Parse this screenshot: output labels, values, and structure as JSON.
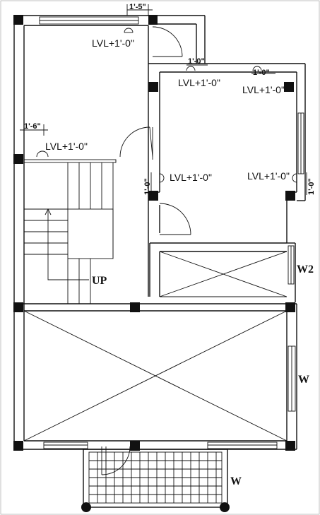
{
  "levels": {
    "top_room": "LVL+1'-0\"",
    "right_upper_left": "LVL+1'-0\"",
    "right_upper_right": "LVL+1'-0\"",
    "stair_area": "LVL+1'-0\"",
    "right_mid_left": "LVL+1'-0\"",
    "right_mid_right": "LVL+1'-0\""
  },
  "dimensions": {
    "top": "1'-5\"",
    "right_upper_left": "1'-0\"",
    "right_upper_right": "1'-0\"",
    "stair_left": "1'-6\"",
    "mid_left_vertical": "1'-0\"",
    "mid_right_vertical": "1'-0\""
  },
  "labels": {
    "stair_up": "UP",
    "window_w2": "W2",
    "window_right": "W",
    "window_bottom": "W"
  }
}
